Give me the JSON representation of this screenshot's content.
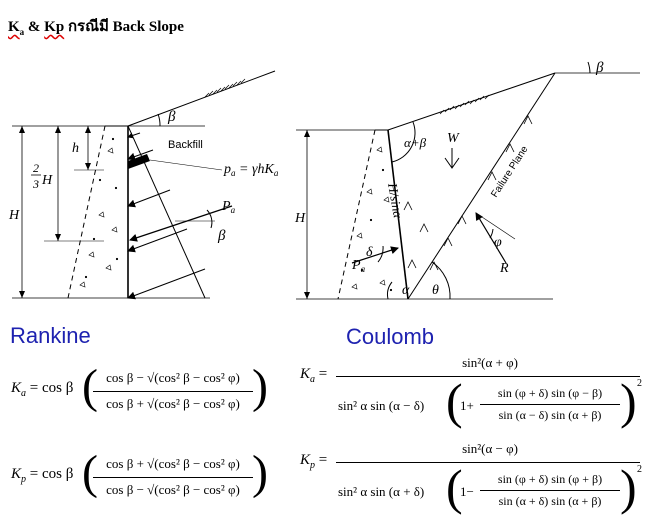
{
  "title": {
    "k": "K",
    "a": "a",
    "amp": "&",
    "kp": "Kp",
    "thai": "กรณีมี",
    "rest": "Back Slope"
  },
  "rankine": {
    "heading": "Rankine",
    "backfill": "Backfill",
    "pa_eq_lhs": "p",
    "pa_eq_sub": "a",
    "pa_eq_rhs": " = γhK",
    "pa_eq_rhs_sub": "a",
    "Pa": "P",
    "Pa_sub": "a",
    "beta": "β",
    "h": "h",
    "two_thirds_num": "2",
    "two_thirds_den": "3",
    "H": "H",
    "H2": "H",
    "Ka_lhs": "K",
    "Ka_sub": "a",
    "Ka_eq": " = cos β",
    "Ka_num": "cos β − √(cos² β − cos² φ)",
    "Ka_den": "cos β + √(cos² β − cos² φ)",
    "Kp_lhs": "K",
    "Kp_sub": "p",
    "Kp_eq": " = cos β",
    "Kp_num": "cos β + √(cos² β − cos² φ)",
    "Kp_den": "cos β − √(cos² β − cos² φ)"
  },
  "coulomb": {
    "heading": "Coulomb",
    "alpha_beta": "α+β",
    "W": "W",
    "H": "H",
    "Hsina": "H/sinα",
    "failure": "Failure Plane",
    "delta": "δ",
    "Pa": "P",
    "Pa_sub": "a",
    "phi": "φ",
    "R": "R",
    "alpha": "α",
    "theta": "θ",
    "beta": "β",
    "Ka_lhs": "K",
    "Ka_sub": "a",
    "Ka_num": "sin²(α + φ)",
    "Ka_den_pre": "sin² α sin (α − δ)",
    "Ka_inner_num": "sin (φ + δ) sin (φ − β)",
    "Ka_inner_den": "sin (α − δ) sin (α + β)",
    "Kp_lhs": "K",
    "Kp_sub": "p",
    "Kp_num": "sin²(α − φ)",
    "Kp_den_pre": "sin² α sin (α + δ)",
    "Kp_inner_num": "sin (φ + δ) sin (φ + β)",
    "Kp_inner_den": "sin (α + δ) sin (α + β)",
    "one_plus": "1+",
    "one_minus": "1−",
    "sq": "2"
  }
}
